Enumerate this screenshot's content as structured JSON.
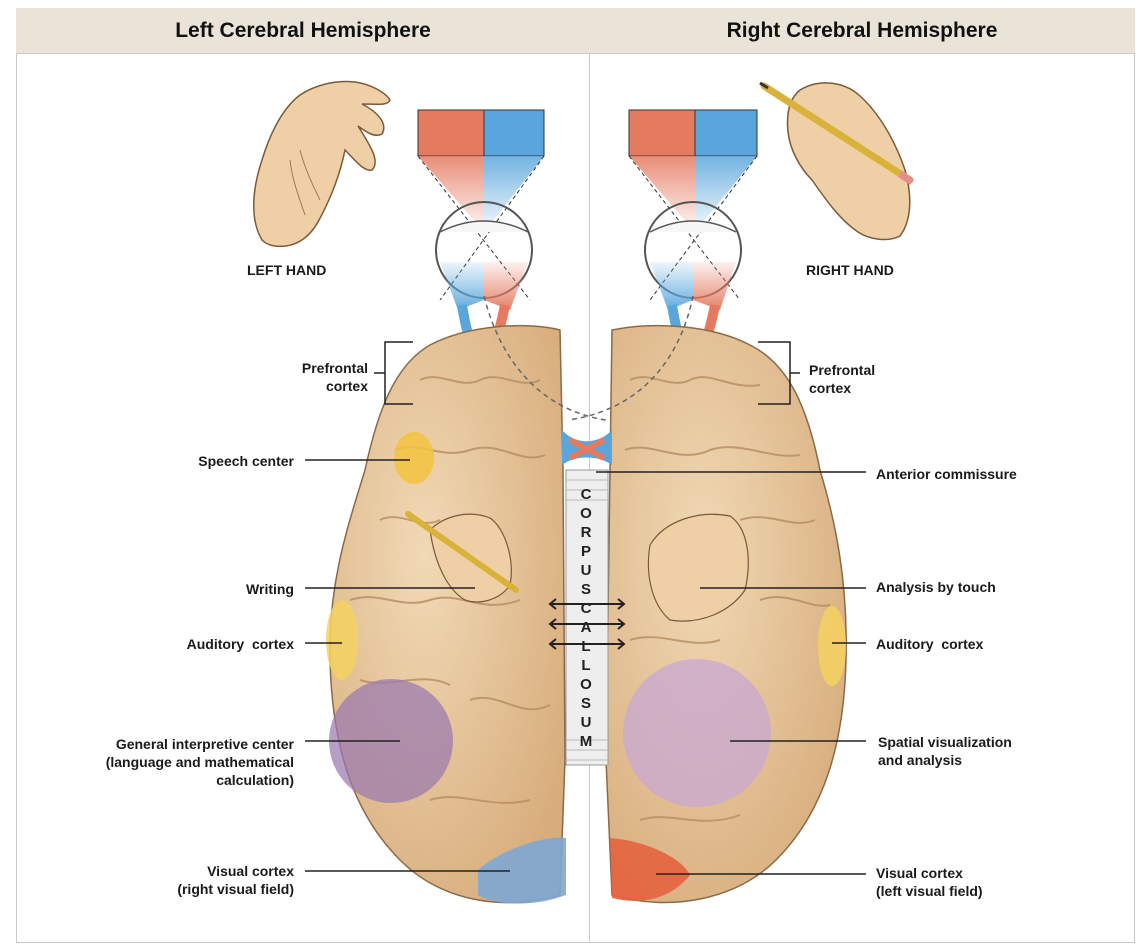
{
  "headers": {
    "left": "Left Cerebral Hemisphere",
    "right": "Right Cerebral Hemisphere"
  },
  "hands": {
    "left": "LEFT HAND",
    "right": "RIGHT HAND"
  },
  "labels": {
    "prefrontal_left": "Prefrontal\ncortex",
    "prefrontal_right": "Prefrontal\ncortex",
    "speech_center": "Speech center",
    "anterior_commissure": "Anterior commissure",
    "writing": "Writing",
    "analysis_by_touch": "Analysis by touch",
    "auditory_left": "Auditory  cortex",
    "auditory_right": "Auditory  cortex",
    "general_interpretive": "General interpretive center\n(language and mathematical\ncalculation)",
    "spatial": "Spatial visualization\nand analysis",
    "visual_left": "Visual cortex\n(right visual field)",
    "visual_right": "Visual cortex\n(left visual field)"
  },
  "corpus_callosum": [
    "C",
    "O",
    "R",
    "P",
    "U",
    "S",
    "C",
    "A",
    "L",
    "L",
    "O",
    "S",
    "U",
    "M"
  ],
  "colors": {
    "red_field": "#e57a60",
    "blue_field": "#5aa6dc",
    "brain": "#e8c9a0",
    "speech": "#f3c33f",
    "auditory": "#f5d160",
    "interpretive": "#9a78b0",
    "spatial": "#c7a6d6",
    "visual_left_hemi": "#7da7d3",
    "visual_right_hemi": "#e3633e"
  }
}
